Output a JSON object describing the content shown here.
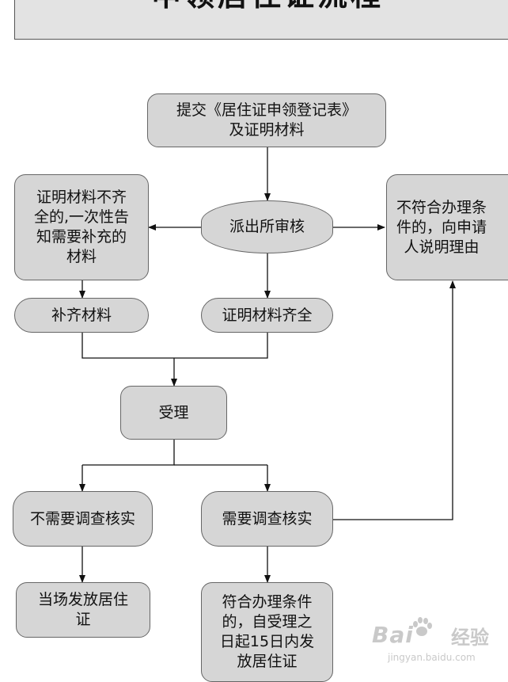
{
  "title": "申领居住证流程",
  "nodes": {
    "submit": "提交《居住证申领登记表》\n及证明材料",
    "review": "派出所审核",
    "incomplete": "证明材料不齐\n全的,一次性告\n知需要补充的\n材料",
    "not_eligible": "不符合办理条\n件的，向申请\n人说明理由",
    "supplement": "补齐材料",
    "complete": "证明材料齐全",
    "accept": "受理",
    "no_investigation": "不需要调查核实",
    "investigation": "需要调查核实",
    "issue_on_site": "当场发放居住\n证",
    "issue_15_days": "符合办理条件\n的，自受理之\n日起15日内发\n放居住证"
  },
  "watermark": {
    "logo": "Bai",
    "sub": "经验",
    "url": "jingyan.baidu.com"
  },
  "colors": {
    "node_fill": "#d6d6d6",
    "node_border": "#666666",
    "line": "#111111",
    "title_fill": "#e3e3e3"
  }
}
